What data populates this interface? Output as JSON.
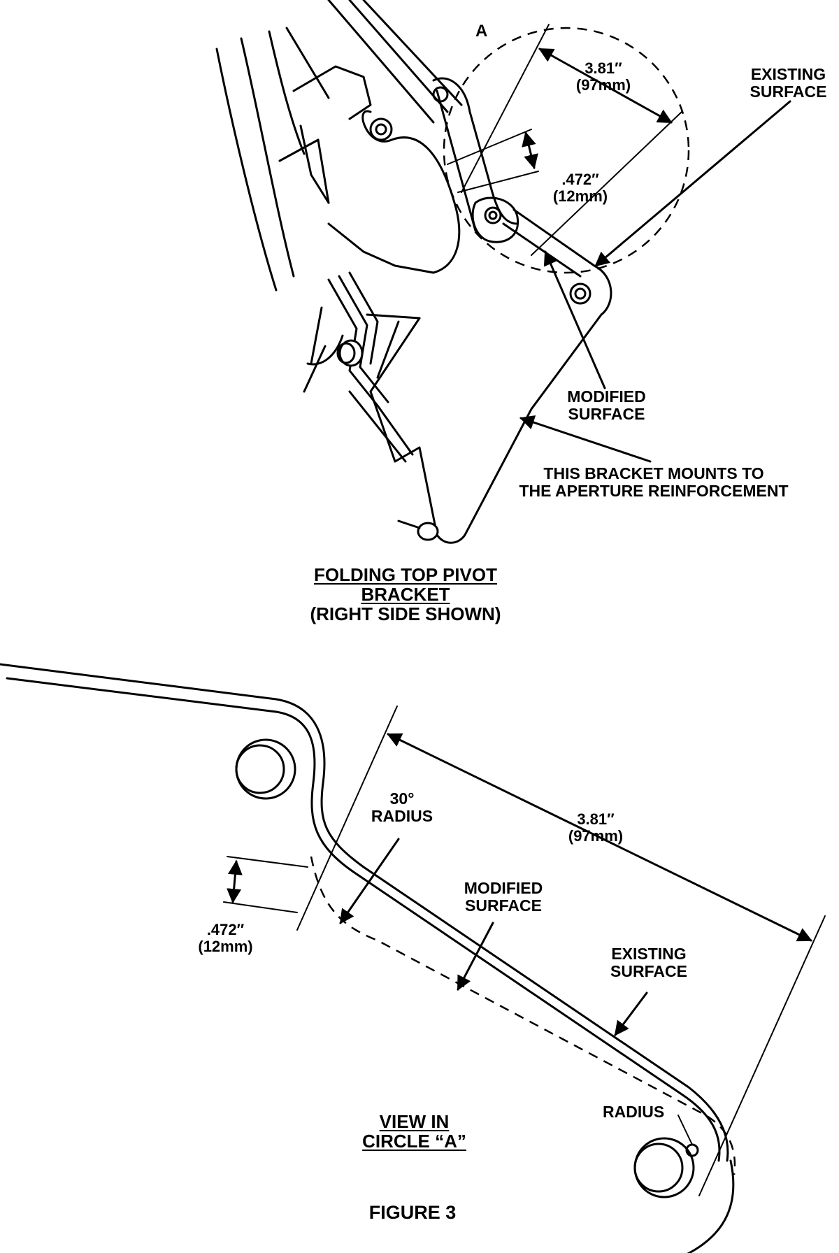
{
  "top_view": {
    "circle_label": "A",
    "dim_length": {
      "inches": "3.81″",
      "mm": "(97mm)"
    },
    "dim_offset": {
      "inches": ".472″",
      "mm": "(12mm)"
    },
    "existing_surface": [
      "EXISTING",
      "SURFACE"
    ],
    "modified_surface": [
      "MODIFIED",
      "SURFACE"
    ],
    "bracket_note": [
      "THIS BRACKET MOUNTS TO",
      "THE APERTURE REINFORCEMENT"
    ],
    "caption": [
      "FOLDING TOP PIVOT",
      "BRACKET",
      "(RIGHT SIDE SHOWN)"
    ]
  },
  "detail_view": {
    "angle_radius": [
      "30°",
      "RADIUS"
    ],
    "dim_length": {
      "inches": "3.81″",
      "mm": "(97mm)"
    },
    "dim_offset": {
      "inches": ".472″",
      "mm": "(12mm)"
    },
    "modified_surface": [
      "MODIFIED",
      "SURFACE"
    ],
    "existing_surface": [
      "EXISTING",
      "SURFACE"
    ],
    "radius": "RADIUS",
    "caption": [
      "VIEW IN",
      "CIRCLE “A”"
    ]
  },
  "figure_label": "FIGURE 3"
}
